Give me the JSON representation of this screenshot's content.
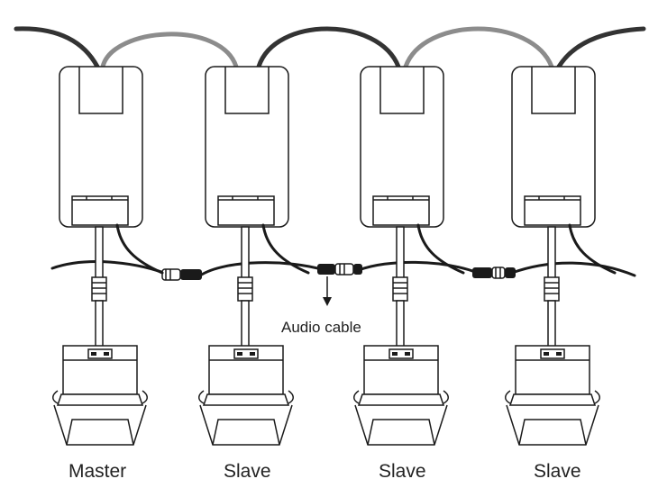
{
  "annotation": {
    "label": "Audio cable"
  },
  "units": [
    {
      "label": "Master"
    },
    {
      "label": "Slave"
    },
    {
      "label": "Slave"
    },
    {
      "label": "Slave"
    }
  ],
  "colors": {
    "line": "#1a1a1a",
    "power_cable_dark": "#333333",
    "power_cable_light": "#8c8c8c",
    "label_text": "#222222"
  }
}
